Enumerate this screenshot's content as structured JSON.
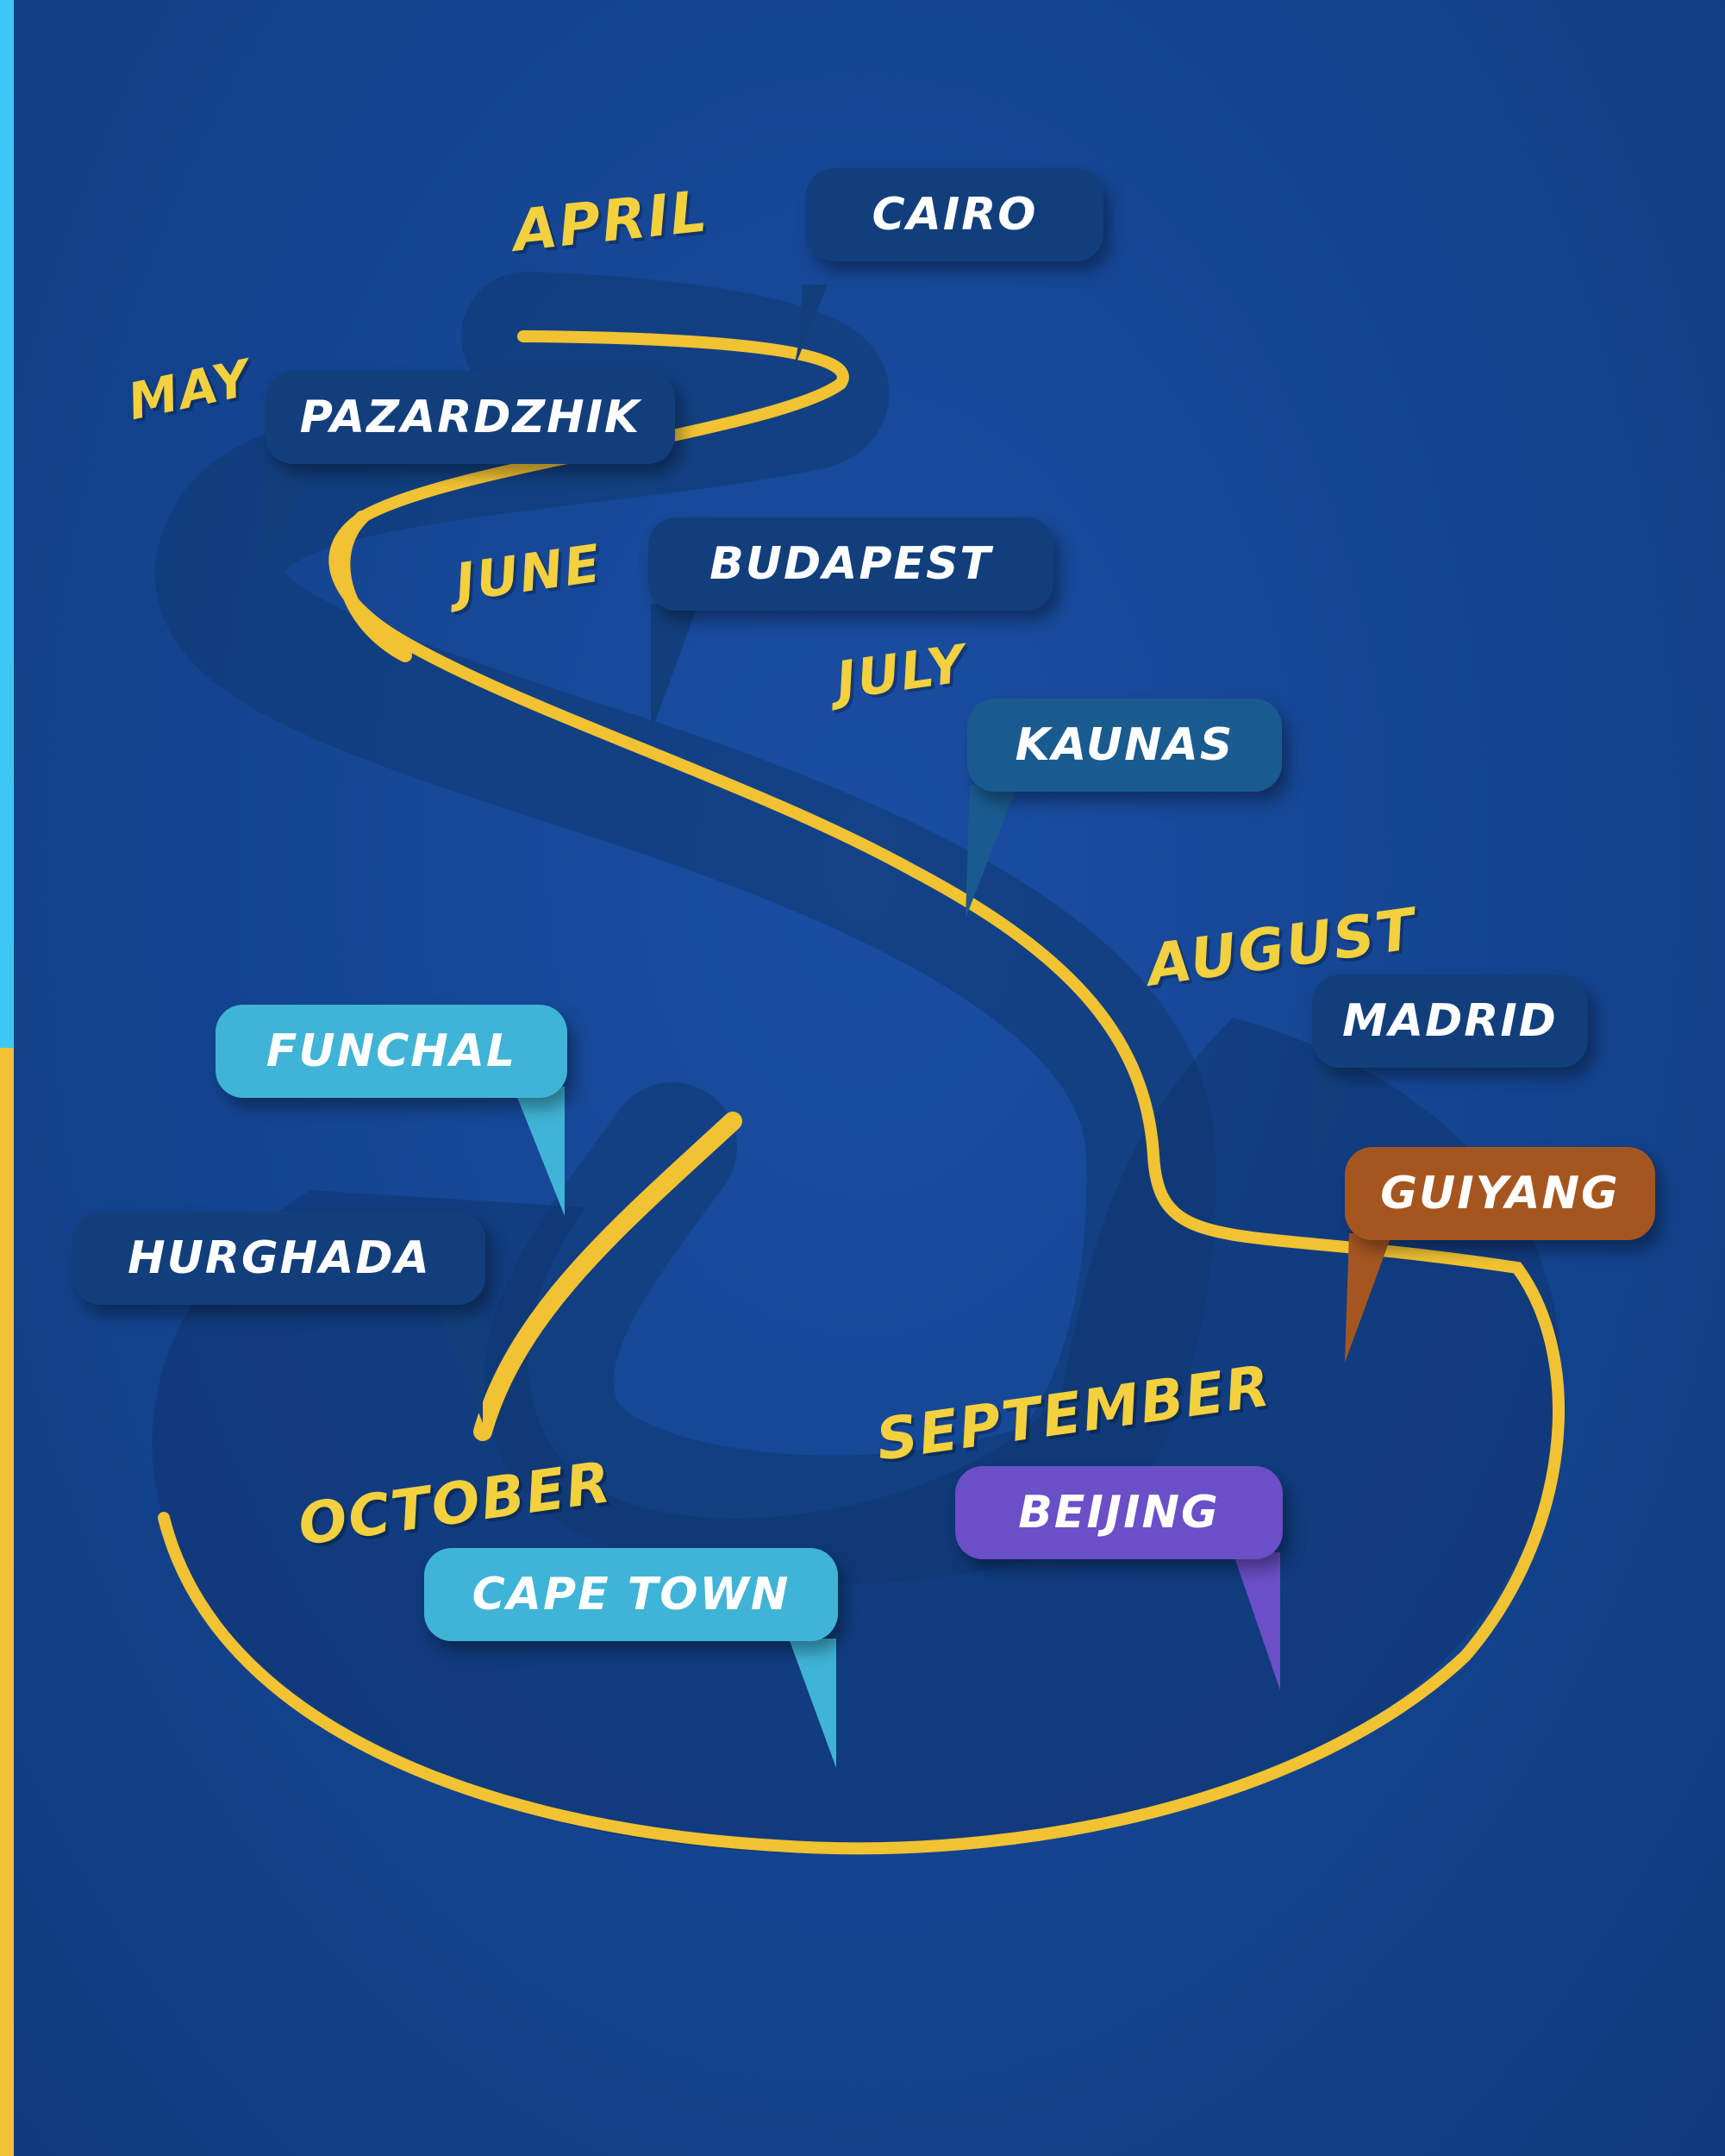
{
  "colors": {
    "background": "#144490",
    "ribbon": "#f1c232",
    "month_text": "#f3d03e",
    "edge_top": "#3cc8f5",
    "edge_bottom": "#f1c232"
  },
  "stops": [
    {
      "month": "APRIL",
      "city": "CAIRO",
      "color": "#123f7c"
    },
    {
      "month": "MAY",
      "city": "PAZARDZHIK",
      "color": "#123f7c"
    },
    {
      "month": "JUNE",
      "city": "BUDAPEST",
      "color": "#123f7c"
    },
    {
      "month": "JULY",
      "city": "KAUNAS",
      "color": "#1a5b8f"
    },
    {
      "month": "AUGUST",
      "city": "MADRID",
      "color": "#123f7c"
    },
    {
      "month": "",
      "city": "GUIYANG",
      "color": "#a5561f"
    },
    {
      "month": "SEPTEMBER",
      "city": "BEIJING",
      "color": "#6a4fc7"
    },
    {
      "month": "OCTOBER",
      "city": "CAPE TOWN",
      "color": "#3fb4d6"
    },
    {
      "month": "",
      "city": "HURGHADA",
      "color": "#123f7c"
    },
    {
      "month": "",
      "city": "FUNCHAL",
      "color": "#3fb4d6"
    }
  ]
}
